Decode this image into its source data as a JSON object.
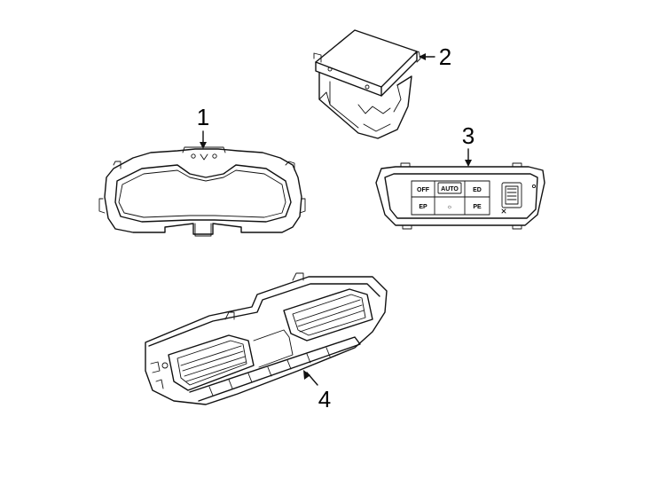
{
  "diagram": {
    "callouts": [
      {
        "id": "1",
        "label": "1",
        "part": "instrument-cluster"
      },
      {
        "id": "2",
        "label": "2",
        "part": "head-up-display"
      },
      {
        "id": "3",
        "label": "3",
        "part": "light-switch-panel"
      },
      {
        "id": "4",
        "label": "4",
        "part": "dash-vent-panel"
      }
    ],
    "switch_panel": {
      "buttons": [
        "OFF",
        "AUTO",
        "ED",
        "EP",
        "☼",
        "PE"
      ]
    }
  }
}
